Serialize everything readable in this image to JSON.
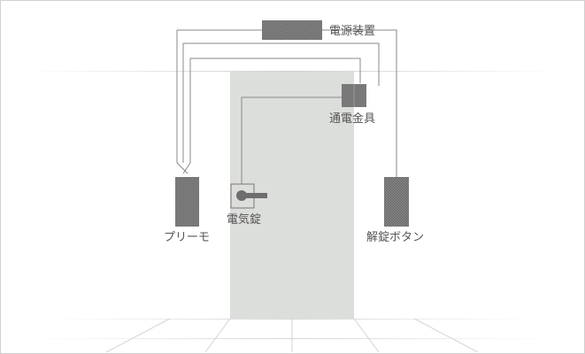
{
  "labels": {
    "power_supply": "電源装置",
    "strike": "通電金具",
    "remote": "プリーモ",
    "electric_lock": "電気錠",
    "unlock_button": "解錠ボタン"
  },
  "colors": {
    "device_fill": "#707070",
    "device_hatch": "#828282",
    "door_fill": "#dcdedb",
    "wire": "#8a8a8a",
    "label_text": "#555555",
    "frame_border": "#d0d0d0"
  },
  "icons": {
    "lever_handle": "lever-handle-icon"
  }
}
